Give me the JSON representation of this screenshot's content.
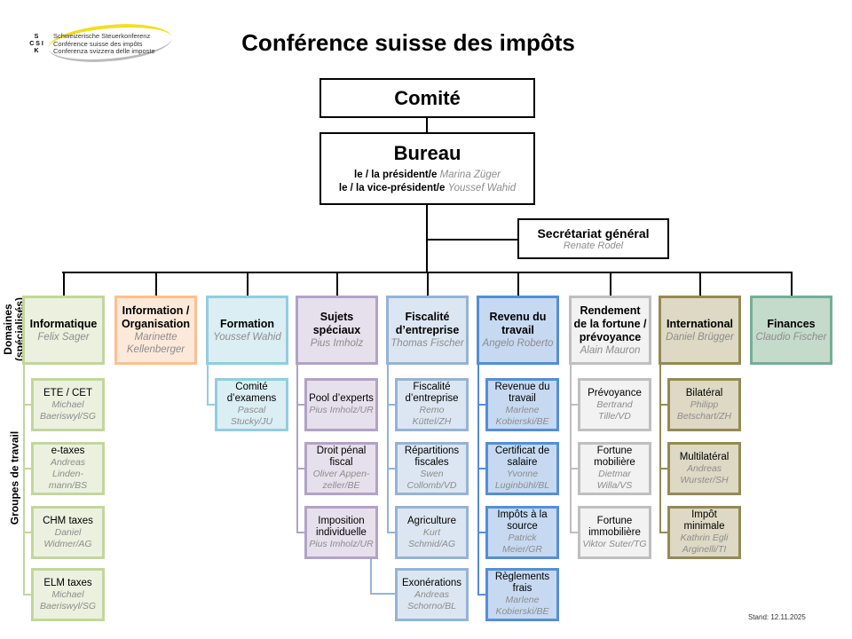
{
  "logo": {
    "letters": [
      "S",
      "C S I",
      "K"
    ],
    "lines": [
      "Schweizerische Steuerkonferenz",
      "Conférence suisse des impôts",
      "Conferenza svizzera delle imposte"
    ]
  },
  "title": "Conférence suisse des impôts",
  "comite": "Comité",
  "bureau": {
    "title": "Bureau",
    "president_label": "le / la président/e",
    "president": "Marina Züger",
    "vice_label": "le / la vice-président/e",
    "vice": "Youssef Wahid"
  },
  "secretariat": {
    "title": "Secrétariat général",
    "person": "Renate Rodel"
  },
  "side_labels": {
    "domains": "Domaines (spécialisés)",
    "domains_l1": "Domaines",
    "domains_l2": "(spécialisés)",
    "groups": "Groupes de travail"
  },
  "columns": [
    {
      "title": "Informatique",
      "person": "Felix Sager",
      "border": "#c3d69b",
      "fill": "#ebf1de",
      "subs": [
        {
          "title": "ETE / CET",
          "person": "Michael Baeriswyl/SG"
        },
        {
          "title": "e-taxes",
          "person": "Andreas Linden-mann/BS"
        },
        {
          "title": "CHM taxes",
          "person": "Daniel Widmer/AG"
        },
        {
          "title": "ELM taxes",
          "person": "Michael Baeriswyl/SG"
        }
      ]
    },
    {
      "title": "Information / Organisation",
      "person": "Marinette Kellenberger",
      "border": "#fac090",
      "fill": "#fde9d9",
      "subs": []
    },
    {
      "title": "Formation",
      "person": "Youssef Wahid",
      "border": "#93cddd",
      "fill": "#dbeef4",
      "subs": [
        {
          "title": "Comité d’examens",
          "person": "Pascal Stucky/JU"
        }
      ]
    },
    {
      "title": "Sujets spéciaux",
      "person": "Pius Imholz",
      "border": "#b3a2c7",
      "fill": "#e6e0ec",
      "subs": [
        {
          "title": "Pool d’experts",
          "person": "Pius Imholz/UR"
        },
        {
          "title": "Droit pénal fiscal",
          "person": "Oliver Appen-zeller/BE"
        },
        {
          "title": "Imposition individuelle",
          "person": "Pius Imholz/UR"
        }
      ]
    },
    {
      "title": "Fiscalité d’entreprise",
      "person": "Thomas Fischer",
      "border": "#95b3d7",
      "fill": "#dce6f2",
      "subs": [
        {
          "title": "Fiscalité d’entreprise",
          "person": "Remo Küttel/ZH"
        },
        {
          "title": "Répartitions fiscales",
          "person": "Swen Collomb/VD"
        },
        {
          "title": "Agriculture",
          "person": "Kurt Schmid/AG"
        },
        {
          "title": "Exonérations",
          "person": "Andreas Schorno/BL"
        }
      ]
    },
    {
      "title": "Revenu du travail",
      "person": "Angelo Roberto",
      "border": "#558ed5",
      "fill": "#c6d9f1",
      "subs": [
        {
          "title": "Revenue du travail",
          "person": "Marlene Kobierski/BE"
        },
        {
          "title": "Certificat de salaire",
          "person": "Yvonne Luginbühl/BL"
        },
        {
          "title": "Impôts à la source",
          "person": "Patrick Meier/GR"
        },
        {
          "title": "Règlements frais",
          "person": "Marlene Kobierski/BE"
        }
      ]
    },
    {
      "title": "Rendement de la fortune / prévoyance",
      "person": "Alain Mauron",
      "border": "#bfbfbf",
      "fill": "#f2f2f2",
      "subs": [
        {
          "title": "Prévoyance",
          "person": "Bertrand Tille/VD"
        },
        {
          "title": "Fortune mobilière",
          "person": "Dietmar Willa/VS"
        },
        {
          "title": "Fortune immobilière",
          "person": "Viktor Suter/TG"
        }
      ]
    },
    {
      "title": "International",
      "person": "Daniel Brügger",
      "border": "#948a54",
      "fill": "#ddd9c4",
      "subs": [
        {
          "title": "Bilatéral",
          "person": "Philipp Betschart/ZH"
        },
        {
          "title": "Multilatéral",
          "person": "Andreas Wurster/SH"
        },
        {
          "title": "Impôt minimale",
          "person": "Kathrin Egli Arginelli/TI"
        }
      ]
    },
    {
      "title": "Finances",
      "person": "Claudio Fischer",
      "border": "#77ad96",
      "fill": "#c4dacb",
      "subs": []
    }
  ],
  "stand": "Stand: 12.11.2025"
}
